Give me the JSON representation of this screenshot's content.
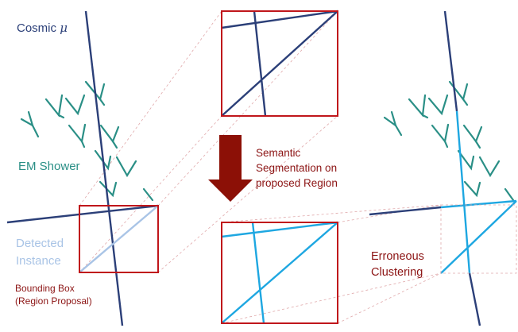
{
  "labels": {
    "cosmic_text": "Cosmic",
    "cosmic_symbol": "μ",
    "em_shower": "EM Shower",
    "detected_line1": "Detected",
    "detected_line2": "Instance",
    "bbox_line1": "Bounding Box",
    "bbox_line2": "(Region Proposal)",
    "semantic_line1": "Semantic",
    "semantic_line2": "Segmentation on",
    "semantic_line3": "proposed Region",
    "erroneous_line1": "Erroneous",
    "erroneous_line2": "Clustering"
  },
  "colors": {
    "track_dark": "#2b3f78",
    "shower": "#2a8f86",
    "detected": "#a9c4e6",
    "segmented": "#1ea7e1",
    "box": "#c0161b",
    "arrow": "#8c1006",
    "label_red": "#8c1414",
    "dashed": "#e0a8aa"
  }
}
